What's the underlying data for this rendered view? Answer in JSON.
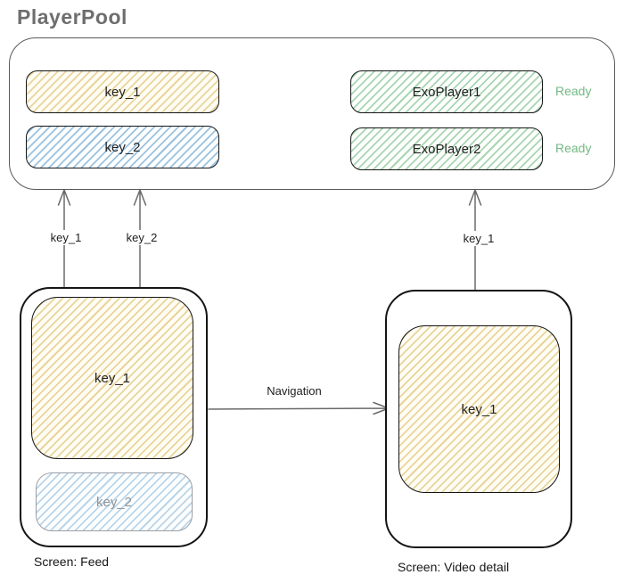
{
  "pool": {
    "title": "PlayerPool",
    "keys": [
      {
        "label": "key_1",
        "variant": "yellow-hatch"
      },
      {
        "label": "key_2",
        "variant": "blue-hatch"
      }
    ],
    "players": [
      {
        "label": "ExoPlayer1",
        "status": "Ready"
      },
      {
        "label": "ExoPlayer2",
        "status": "Ready"
      }
    ]
  },
  "arrows": {
    "feed_key1": "key_1",
    "feed_key2": "key_2",
    "detail_key1": "key_1",
    "navigation": "Navigation"
  },
  "screens": {
    "feed": {
      "caption": "Screen: Feed",
      "primary_key": "key_1",
      "secondary_key": "key_2"
    },
    "video_detail": {
      "caption": "Screen: Video detail",
      "primary_key": "key_1"
    }
  },
  "colors": {
    "yellow_hatch": "#e9d49c",
    "blue_hatch": "#9cc2de",
    "blue_hatch_muted": "#bad5e9",
    "green_hatch": "#a9d5b2",
    "ready_green": "#74b983",
    "line_gray": "#6a6a6a",
    "border_dark": "#161616",
    "pool_border_gray": "#5a5a5a",
    "title_gray": "#6e6e6e"
  }
}
